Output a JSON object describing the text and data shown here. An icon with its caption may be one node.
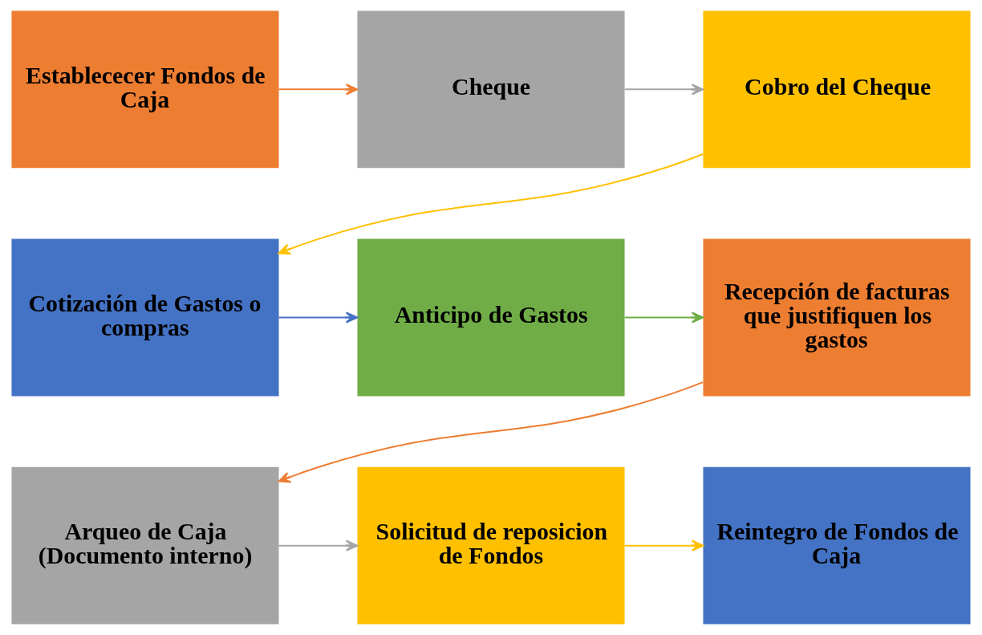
{
  "diagram": {
    "nodes": [
      {
        "text": [
          "Establececer Fondos de Caja"
        ]
      },
      {
        "text": [
          "Cheque"
        ]
      },
      {
        "text": [
          "Cobro del Cheque"
        ]
      },
      {
        "text": [
          "Cotización de Gastos o compras"
        ]
      },
      {
        "text": [
          "Anticipo de Gastos"
        ]
      },
      {
        "text": [
          "Recepción de facturas que justifiquen los gastos"
        ]
      },
      {
        "text": [
          "Arqueo de Caja (Documento interno)"
        ]
      },
      {
        "text": [
          "Solicitud de reposicion de Fondos"
        ]
      },
      {
        "text": [
          "Reintegro de Fondos de Caja"
        ]
      }
    ],
    "edges": [
      {
        "from": 0,
        "to": 1,
        "arrow": "to",
        "color": "#ed7d31"
      },
      {
        "from": 1,
        "to": 2,
        "arrow": "to",
        "color": "#a5a5a5"
      },
      {
        "from": 2,
        "to": 3,
        "arrow": "to",
        "color": "#ffc000"
      },
      {
        "from": 3,
        "to": 4,
        "arrow": "to",
        "color": "#4472c4"
      },
      {
        "from": 4,
        "to": 5,
        "arrow": "to",
        "color": "#70ad47"
      },
      {
        "from": 5,
        "to": 6,
        "arrow": "to",
        "color": "#ed7d31"
      },
      {
        "from": 6,
        "to": 7,
        "arrow": "to",
        "color": "#a5a5a5"
      },
      {
        "from": 7,
        "to": 8,
        "arrow": "to",
        "color": "#ffc000"
      }
    ]
  }
}
